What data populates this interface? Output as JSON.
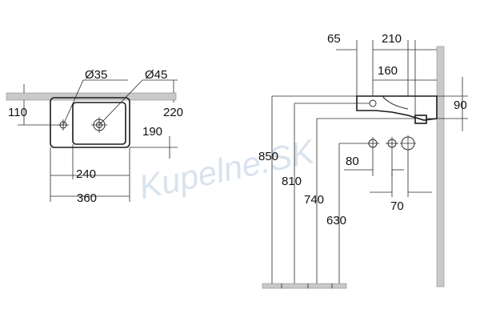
{
  "top_view": {
    "labels": {
      "d35": "Ø35",
      "d45": "Ø45",
      "w110": "110",
      "w220": "220",
      "w190": "190",
      "w240": "240",
      "w360": "360"
    }
  },
  "side_view": {
    "labels": {
      "h65": "65",
      "h210": "210",
      "h160": "160",
      "h90": "90",
      "h850": "850",
      "h810": "810",
      "h740": "740",
      "h630": "630",
      "h80": "80",
      "h70": "70"
    }
  },
  "watermark": "Kupelne.SK",
  "colors": {
    "line": "#2a2a2a",
    "wall": "#c9c9c9"
  }
}
